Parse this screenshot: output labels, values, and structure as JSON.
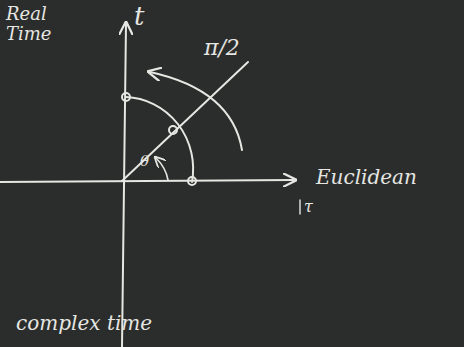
{
  "diagram": {
    "labels": [
      "Real Time",
      "t",
      "π/2",
      "θ",
      "Euclidean",
      "τ",
      "complex time"
    ]
  }
}
